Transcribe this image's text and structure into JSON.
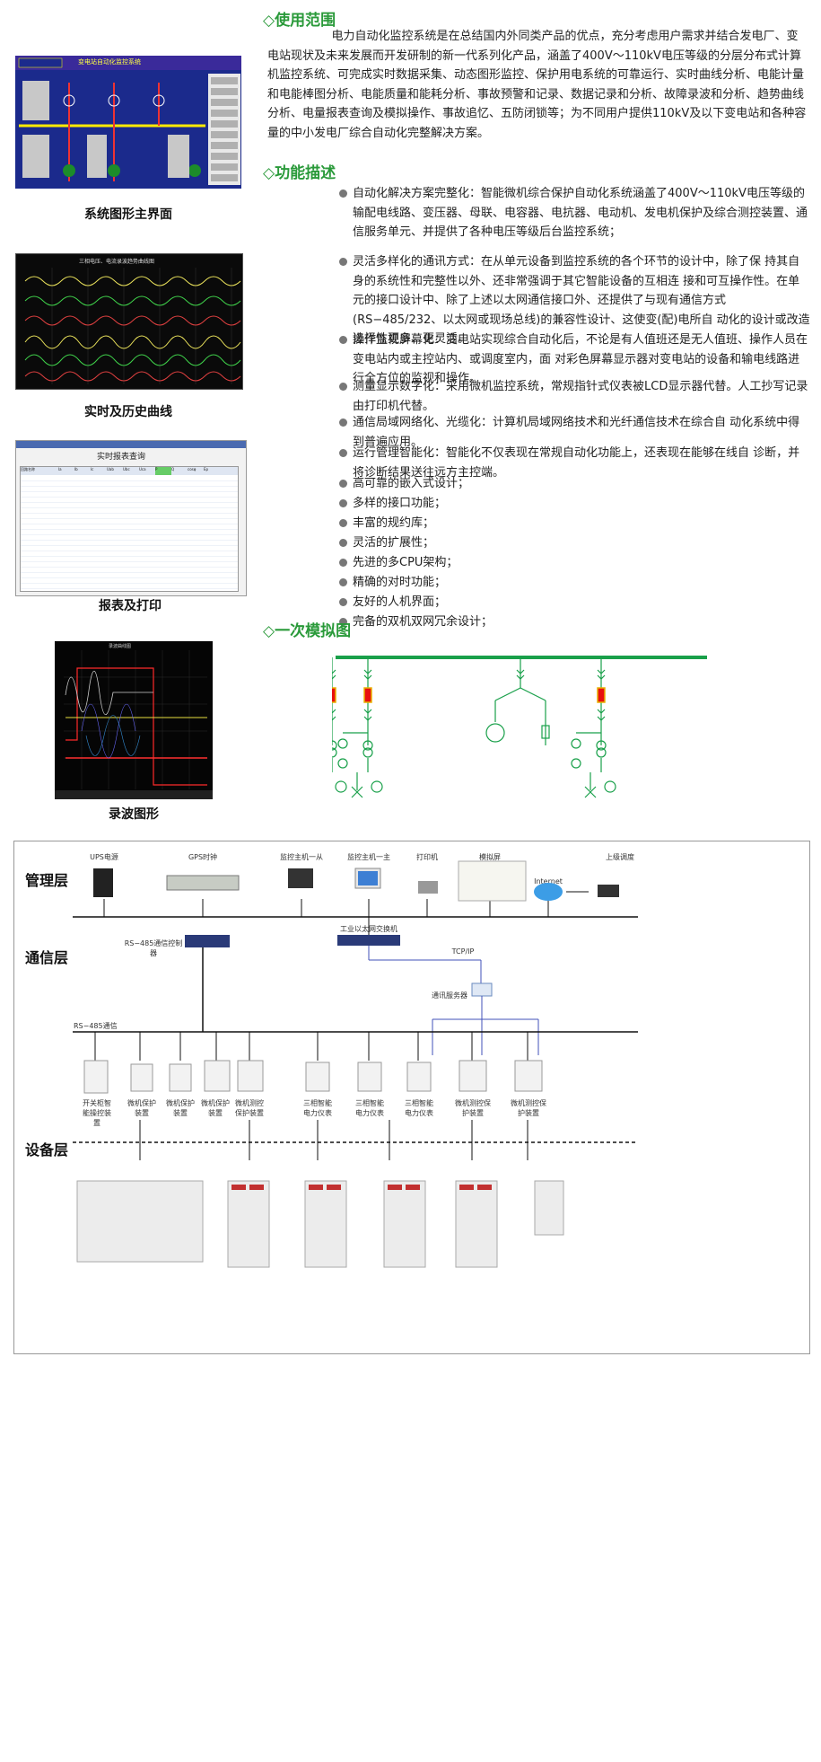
{
  "section_usage": {
    "title": "◇使用范围",
    "body": "电力自动化监控系统是在总结国内外同类产品的优点，充分考虑用户需求并结合发电厂、变电站现状及未来发展而开发研制的新一代系列化产品，涵盖了400V～110kV电压等级的分层分布式计算机监控系统、可完成实时数据采集、动态图形监控、保护用电系统的可靠运行、实时曲线分析、电能计量和电能棒图分析、电能质量和能耗分析、事故预警和记录、数据记录和分析、故障录波和分析、趋势曲线分析、电量报表查询及模拟操作、事故追忆、五防闭锁等；为不同用户提供110kV及以下变电站和各种容量的中小发电厂综合自动化完整解决方案。"
  },
  "captions": {
    "main_ui": "系统图形主界面",
    "curves": "实时及历史曲线",
    "report": "报表及打印",
    "wave": "录波图形"
  },
  "screens": {
    "main_ui_title": "变电站自动化监控系统",
    "curve_title": "三相电压、电流录波趋势曲线图",
    "report_title": "实时报表查询",
    "report_cols": [
      "回路名称",
      "Ia",
      "Ib",
      "Ic",
      "Uab",
      "Ubc",
      "Uca",
      "P",
      "Q",
      "cosφ",
      "Ep"
    ],
    "wave_title": "录波曲线图"
  },
  "section_function": {
    "title": "◇功能描述",
    "items": [
      "自动化解决方案完整化：智能微机综合保护自动化系统涵盖了400V～110kV电压等级的输配电线路、变压器、母联、电容器、电抗器、电动机、发电机保护及综合测控装置、通信服务单元、并提供了各种电压等级后台监控系统；",
      "灵活多样化的通讯方式：在从单元设备到监控系统的各个环节的设计中，除了保 持其自身的系统性和完整性以外、还非常强调于其它智能设备的互相连 接和可互操作性。在单元的接口设计中、除了上述以太网通信接口外、还提供了与现有通信方式(RS−485/232、以太网或现场总线)的兼容性设计、这使变(配)电所自 动化的设计或改造选择性更多、更灵活。",
      "操作监视屏幕化：变电站实现综合自动化后，不论是有人值班还是无人值班、操作人员在变电站内或主控站内、或调度室内，面 对彩色屏幕显示器对变电站的设备和输电线路进行全方位的监视和操作。",
      "测量显示数字化：采用微机监控系统，常规指针式仪表被LCD显示器代替。人工抄写记录由打印机代替。",
      "通信局域网络化、光缆化：计算机局域网络技术和光纤通信技术在综合自 动化系统中得到普遍应用。",
      "运行管理智能化：智能化不仅表现在常规自动化功能上，还表现在能够在线自 诊断，并将诊断结果送往远方主控端。",
      " 高可靠的嵌入式设计；",
      "多样的接口功能；",
      "丰富的规约库；",
      "灵活的扩展性；",
      "先进的多CPU架构；",
      "精确的对时功能；",
      " 友好的人机界面；",
      "完备的双机双网冗余设计；"
    ]
  },
  "section_diagram": {
    "title": "◇一次模拟图"
  },
  "network": {
    "layers": {
      "management": "管理层",
      "communication": "通信层",
      "device": "设备层"
    },
    "top_devices": [
      "UPS电源",
      "GPS时钟",
      "监控主机一从",
      "监控主机一主",
      "打印机",
      "模拟屏",
      "Internet",
      "上级调度"
    ],
    "rs485_controller": "RS−485通信控制器",
    "switch": "工业以太网交换机",
    "tcpip": "TCP/IP",
    "comm_server": "通讯服务器",
    "rs485_bus": "RS−485通信",
    "field_devices": [
      "开关柜智能操控装置",
      "微机保护装置",
      "微机保护装置",
      "微机保护装置",
      "微机测控保护装置",
      "三相智能电力仪表",
      "三相智能电力仪表",
      "三相智能电力仪表",
      "微机测控保护装置",
      "微机测控保护装置"
    ]
  },
  "colors": {
    "accent_green": "#2a9a3a",
    "screen_blue": "#1a2a8a",
    "bus_green": "#19a04a"
  }
}
